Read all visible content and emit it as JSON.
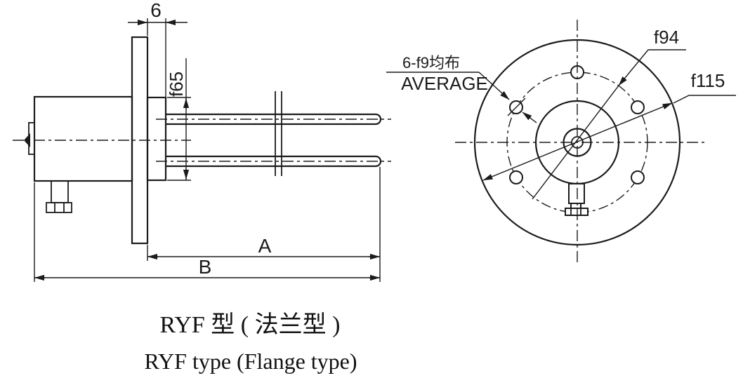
{
  "colors": {
    "line": "#1b1b1b",
    "background": "#ffffff"
  },
  "side_view": {
    "dim_boss_thickness": "6",
    "dim_hub_diameter": "f65",
    "dim_immersion_length": "A",
    "dim_total_length": "B"
  },
  "front_view": {
    "bolt_holes_note_zh": "6-f9均布",
    "bolt_holes_note_en": "AVERAGE",
    "dim_bolt_circle_diameter": "f94",
    "dim_flange_diameter": "f115"
  },
  "caption": {
    "title_zh": "RYF 型 ( 法兰型 )",
    "title_en": "RYF type (Flange type)"
  }
}
